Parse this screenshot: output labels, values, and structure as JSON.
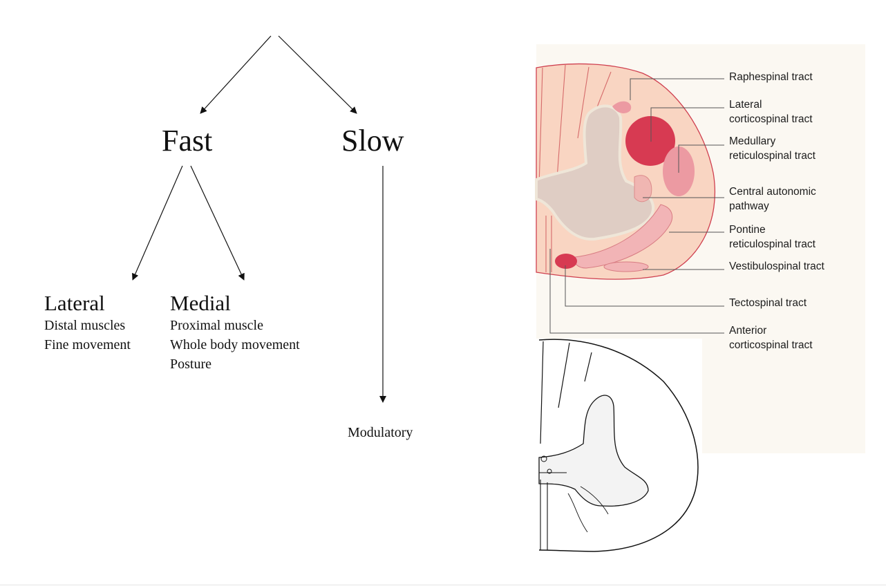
{
  "tree": {
    "fast": "Fast",
    "slow": "Slow",
    "lateral": {
      "title": "Lateral",
      "lines": [
        "Distal muscles",
        "Fine movement"
      ]
    },
    "medial": {
      "title": "Medial",
      "lines": [
        "Proximal muscle",
        "Whole body movement",
        "Posture"
      ]
    },
    "modulatory": "Modulatory"
  },
  "tracts": {
    "raphespinal": [
      "Raphespinal tract"
    ],
    "lateral_cst": [
      "Lateral",
      "corticospinal tract"
    ],
    "medullary_rst": [
      "Medullary",
      "reticulospinal  tract"
    ],
    "central_autonomic": [
      "Central autonomic",
      "pathway"
    ],
    "pontine_rst": [
      "Pontine",
      "reticulospinal tract"
    ],
    "vestibulospinal": [
      "Vestibulospinal tract"
    ],
    "tectospinal": [
      "Tectospinal tract"
    ],
    "anterior_cst": [
      "Anterior",
      "corticospinal tract"
    ]
  },
  "colors": {
    "panel_bg": "#fbf8f2",
    "white_matter": "#f9d5c2",
    "gray_matter": "#dfcdc4",
    "highlight_dark": "#d73a52",
    "highlight_light": "#ec9aa2",
    "outline": "#cf3f4f"
  }
}
